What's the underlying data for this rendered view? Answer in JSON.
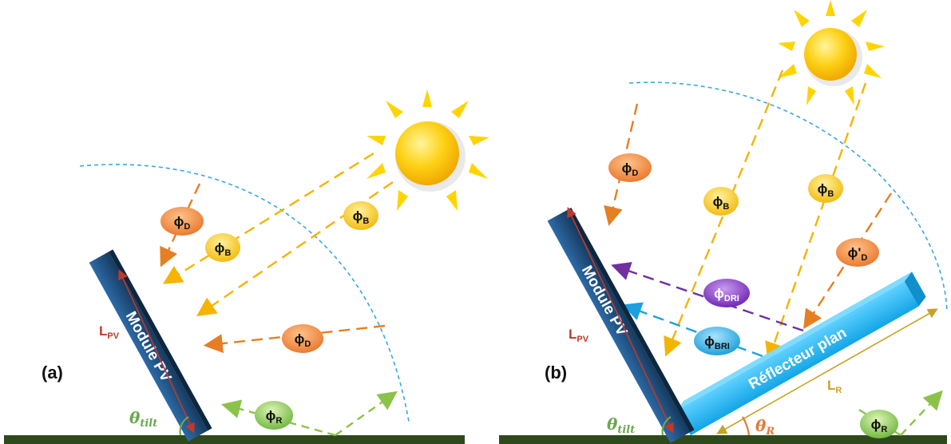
{
  "panel_a": {
    "label": "(a)",
    "module_label": "Module PV",
    "length_label": {
      "main": "L",
      "sub": "PV"
    },
    "tilt_label": {
      "main": "θ",
      "sub": "tilt"
    },
    "badges": {
      "phi_d_top": {
        "main": "ϕ",
        "sub": "D"
      },
      "phi_b_small": {
        "main": "ϕ",
        "sub": "B"
      },
      "phi_b_sun": {
        "main": "ϕ",
        "sub": "B"
      },
      "phi_d_side": {
        "main": "ϕ",
        "sub": "D"
      },
      "phi_r": {
        "main": "ϕ",
        "sub": "R"
      }
    }
  },
  "panel_b": {
    "label": "(b)",
    "module_label": "Module PV",
    "reflector_label": "Réflecteur plan",
    "length_pv_label": {
      "main": "L",
      "sub": "PV"
    },
    "length_r_label": {
      "main": "L",
      "sub": "R"
    },
    "tilt_label": {
      "main": "θ",
      "sub": "tilt"
    },
    "theta_r_label": {
      "main": "θ",
      "sub": "R"
    },
    "badges": {
      "phi_d": {
        "main": "ϕ",
        "sub": "D"
      },
      "phi_b_left": {
        "main": "ϕ",
        "sub": "B"
      },
      "phi_b_right": {
        "main": "ϕ",
        "sub": "B"
      },
      "phi_d_prime": {
        "main": "ϕ'",
        "sub": "D"
      },
      "phi_dri": {
        "main": "ϕ",
        "sub": "DRI"
      },
      "phi_bri": {
        "main": "ϕ",
        "sub": "BRI"
      },
      "phi_r": {
        "main": "ϕ",
        "sub": "R"
      }
    }
  },
  "colors": {
    "ground": "#2e4a1c",
    "module": "#1f4e79",
    "reflector": "#29b6f6",
    "sun": "#fcc419",
    "ray_beam": "#f4b400",
    "ray_diffuse": "#e67e22",
    "ray_reflected": "#8bc34a",
    "ray_dri": "#7030a0",
    "ray_bri": "#1ba1e2",
    "dome": "#3aa7e0",
    "length_pv": "#c0392b",
    "length_r": "#c9a227",
    "badge_orange": "#e8742a",
    "badge_yellow": "#f5c518",
    "badge_green": "#7cc04a",
    "badge_purple": "#7b2fbf",
    "badge_blue": "#1ba8e8"
  }
}
